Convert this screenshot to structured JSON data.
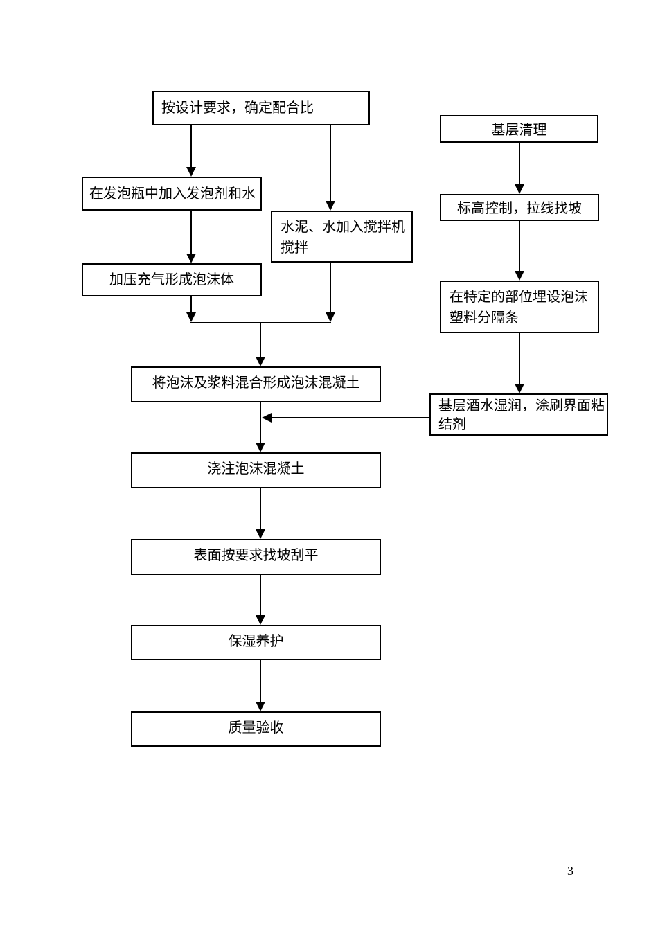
{
  "page": {
    "number": "3"
  },
  "flowchart": {
    "nodes": {
      "determine_mix": {
        "label": "按设计要求，确定配合比"
      },
      "add_foaming": {
        "label": "在发泡瓶中加入发泡剂和水"
      },
      "cement_mix": {
        "label": "水泥、水加入搅拌机\n搅拌"
      },
      "pressurize": {
        "label": "加压充气形成泡沫体"
      },
      "mix_foam_slurry": {
        "label": "将泡沫及浆料混合形成泡沫混凝土"
      },
      "pour_concrete": {
        "label": "浇注泡沫混凝土"
      },
      "surface_level": {
        "label": "表面按要求找坡刮平"
      },
      "moist_curing": {
        "label": "保湿养护"
      },
      "quality_accept": {
        "label": "质量验收"
      },
      "base_cleaning": {
        "label": "基层清理"
      },
      "elevation": {
        "label": "标高控制，拉线找坡"
      },
      "embed_strips": {
        "label": "在特定的部位埋设泡沫\n塑料分隔条"
      },
      "wet_base": {
        "label": "基层酒水湿润，涂刷界面粘\n结剂"
      }
    },
    "line_color": "#000000",
    "background_color": "#ffffff"
  }
}
